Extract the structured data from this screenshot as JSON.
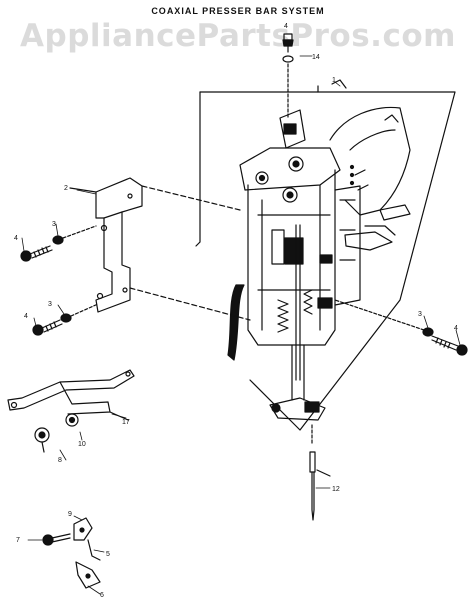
{
  "header": {
    "title": "COAXIAL PRESSER BAR SYSTEM",
    "watermark": "AppliancePartsPros.com"
  },
  "callouts": [
    {
      "id": "callout-1",
      "text": "1"
    },
    {
      "id": "callout-2",
      "text": "2"
    },
    {
      "id": "callout-3a",
      "text": "3"
    },
    {
      "id": "callout-4a",
      "text": "4"
    },
    {
      "id": "callout-3b",
      "text": "3"
    },
    {
      "id": "callout-4b",
      "text": "4"
    },
    {
      "id": "callout-3c",
      "text": "3"
    },
    {
      "id": "callout-4c",
      "text": "4"
    },
    {
      "id": "callout-4d",
      "text": "4"
    },
    {
      "id": "callout-14",
      "text": "14"
    },
    {
      "id": "callout-12",
      "text": "12"
    },
    {
      "id": "callout-17",
      "text": "17"
    },
    {
      "id": "callout-8",
      "text": "8"
    },
    {
      "id": "callout-10",
      "text": "10"
    },
    {
      "id": "callout-7",
      "text": "7"
    },
    {
      "id": "callout-5",
      "text": "5"
    },
    {
      "id": "callout-6",
      "text": "6"
    },
    {
      "id": "callout-9",
      "text": "9"
    }
  ]
}
